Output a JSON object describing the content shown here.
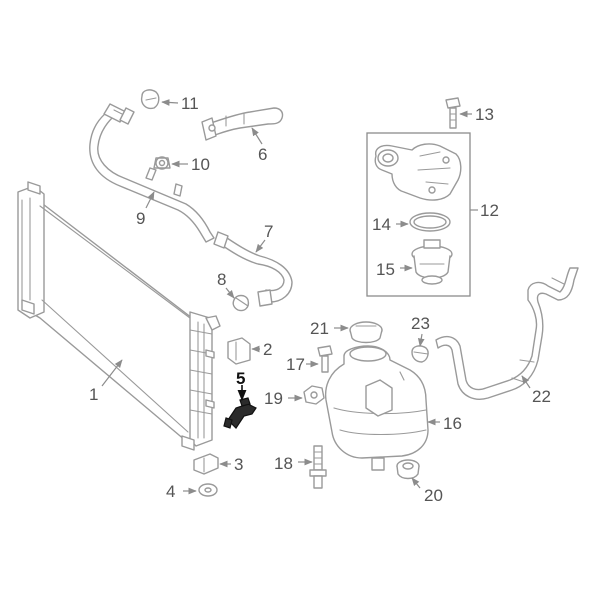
{
  "diagram": {
    "highlight_color": "#111111",
    "line_color": "#9a9a9a",
    "callouts": {
      "c1": "1",
      "c2": "2",
      "c3": "3",
      "c4": "4",
      "c5": "5",
      "c6": "6",
      "c7": "7",
      "c8": "8",
      "c9": "9",
      "c10": "10",
      "c11": "11",
      "c12": "12",
      "c13": "13",
      "c14": "14",
      "c15": "15",
      "c16": "16",
      "c17": "17",
      "c18": "18",
      "c19": "19",
      "c20": "20",
      "c21": "21",
      "c22": "22",
      "c23": "23"
    },
    "highlighted_part": "5"
  }
}
